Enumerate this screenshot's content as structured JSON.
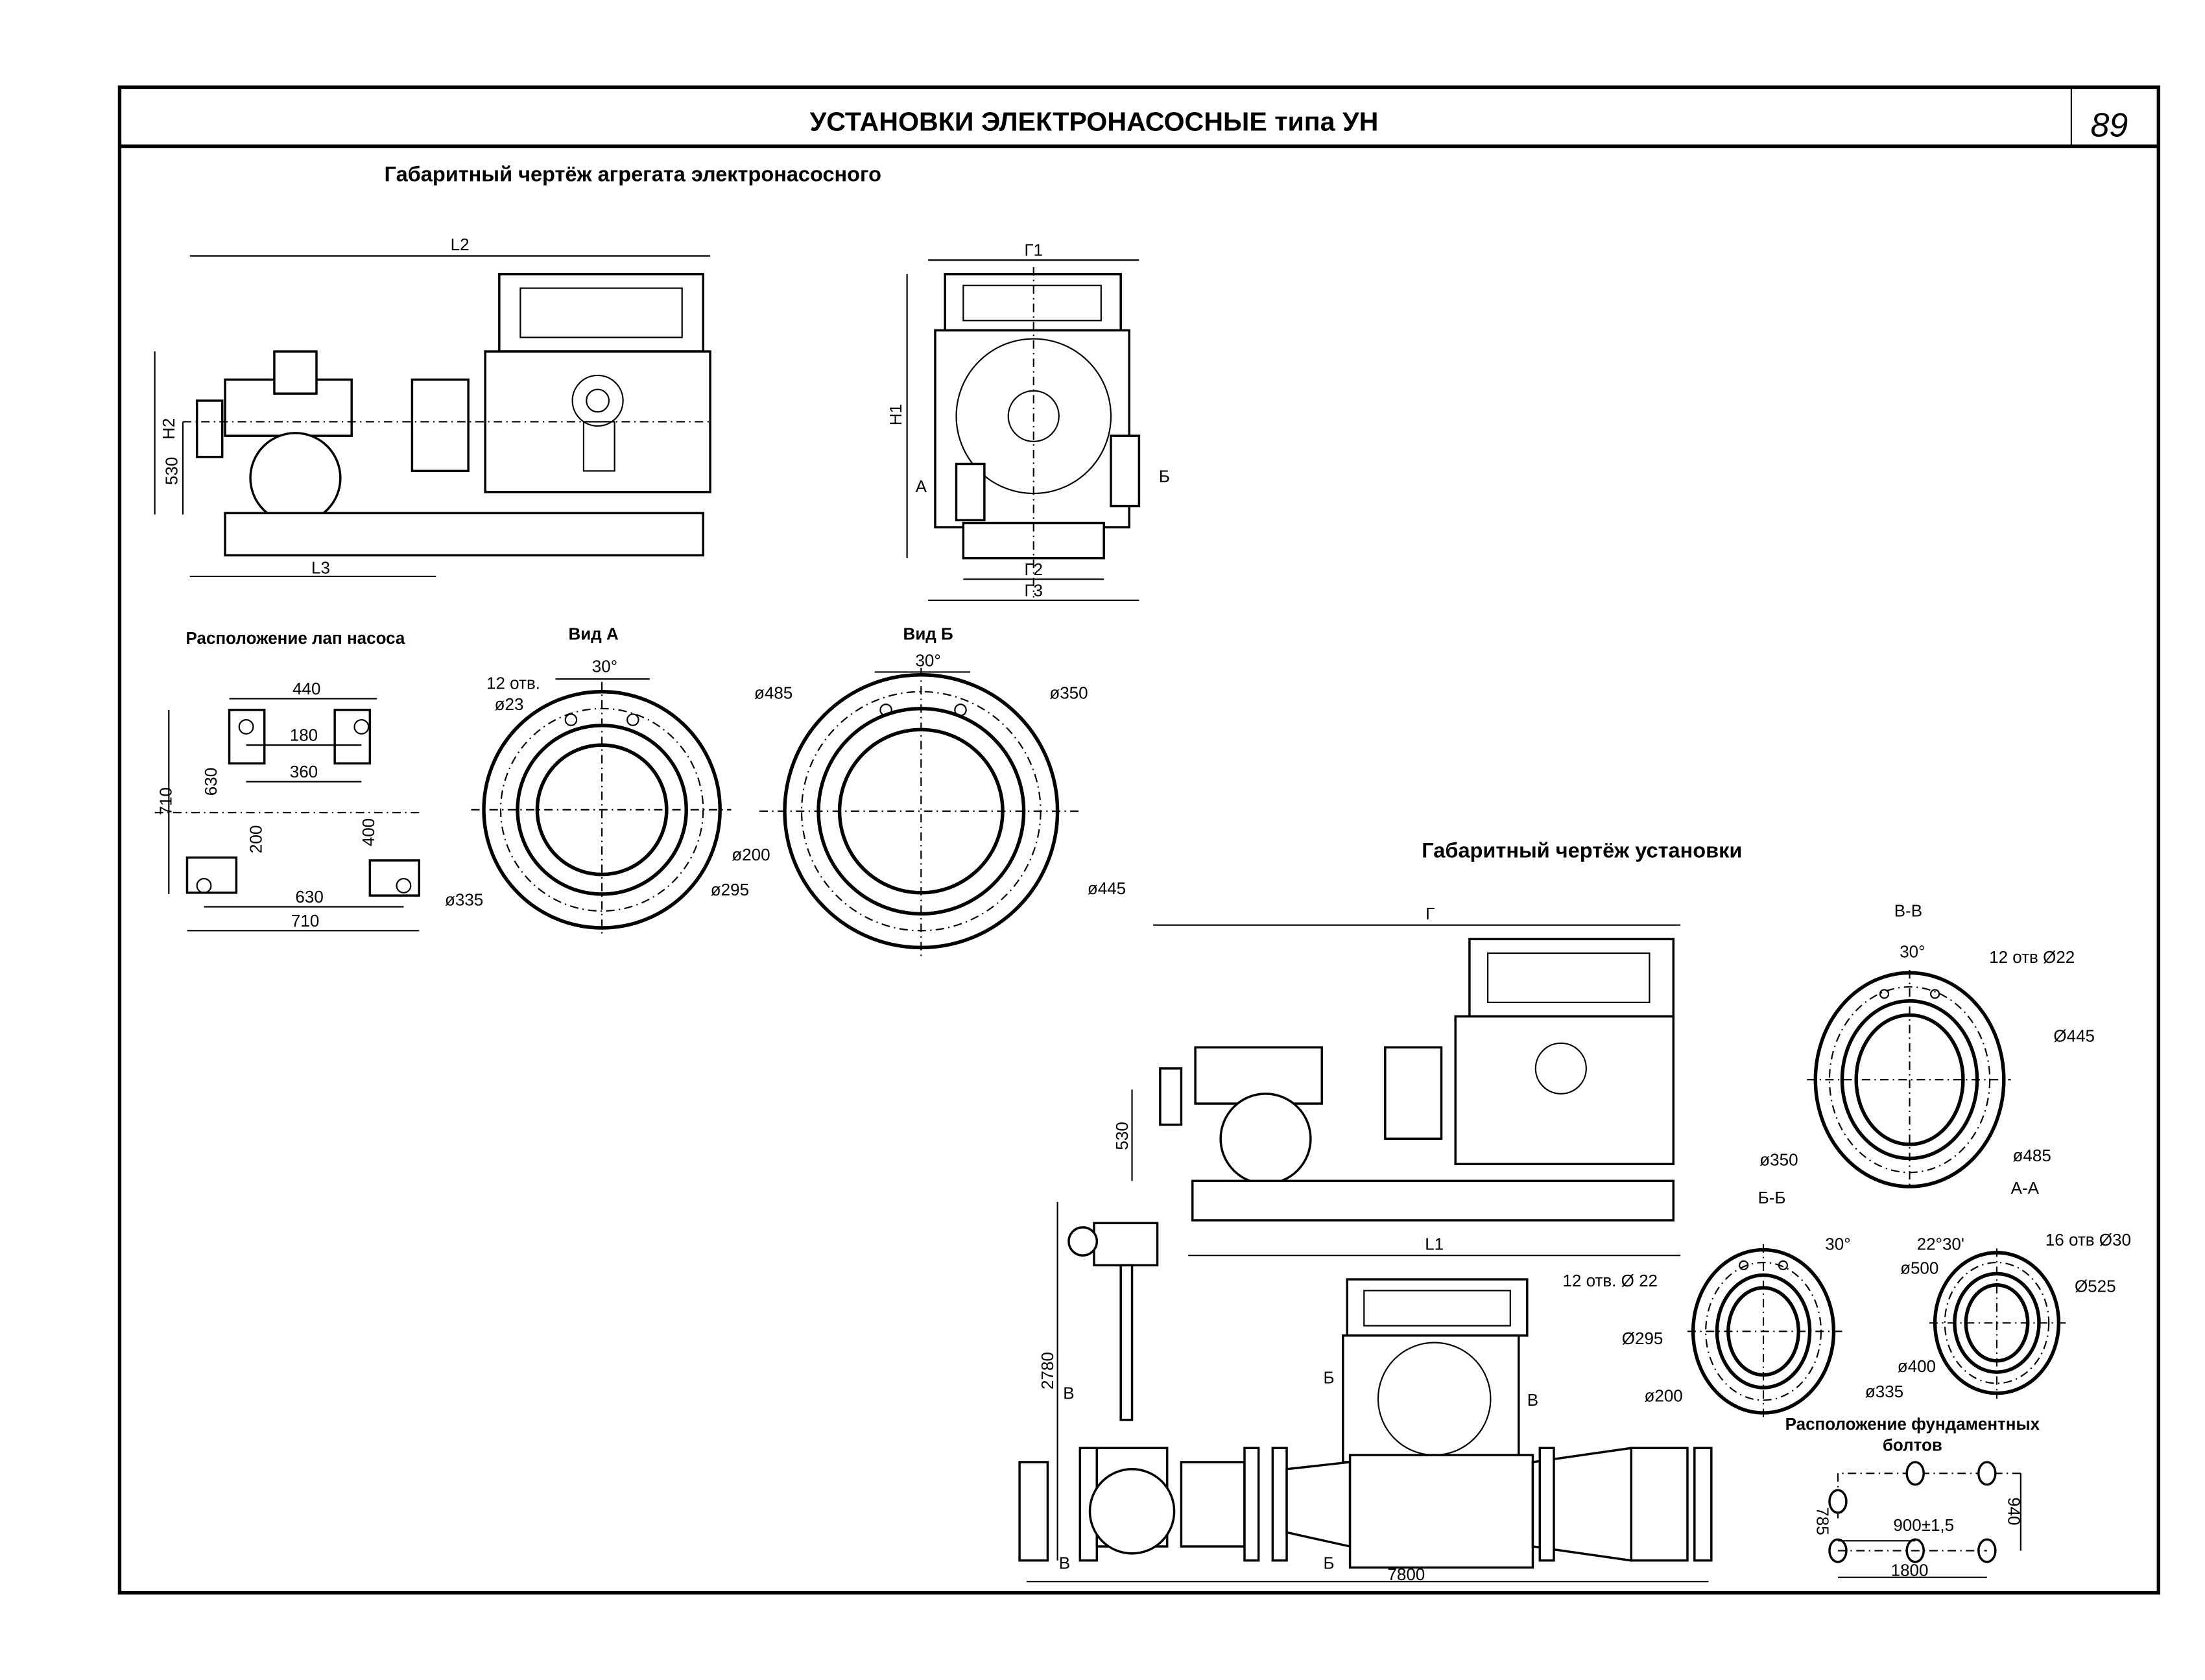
{
  "header": {
    "title": "УСТАНОВКИ ЭЛЕКТРОНАСОСНЫЕ типа УН",
    "page_number": "89"
  },
  "unit_drawing": {
    "title": "Габаритный чертёж агрегата электронасосного",
    "side_view": {
      "L2": "L2",
      "H2": "H2",
      "h530": "530",
      "L3": "L3"
    },
    "front_view": {
      "G1": "Г1",
      "H1": "H1",
      "A": "А",
      "B": "Б",
      "G2": "Г2",
      "G3": "Г3"
    }
  },
  "paws": {
    "title": "Расположение лап насоса",
    "d440": "440",
    "d180": "180",
    "d360": "360",
    "d710v": "710",
    "d630v": "630",
    "d200": "200",
    "d400": "400",
    "d630": "630",
    "d710": "710"
  },
  "view_a": {
    "title": "Вид А",
    "angle": "30°",
    "holes": "12 отв.",
    "hole_d": "ø23",
    "d200": "ø200",
    "d295": "ø295",
    "d335": "ø335"
  },
  "view_b": {
    "title": "Вид Б",
    "angle": "30°",
    "d485": "ø485",
    "d350": "ø350",
    "d445": "ø445"
  },
  "installation": {
    "title": "Габаритный чертёж установки",
    "G": "Г",
    "h530": "530",
    "L1": "L1",
    "h2780": "2780",
    "l7800": "7800",
    "mark_b1": "Б",
    "mark_v1": "В",
    "mark_b2": "Б",
    "mark_v2": "В",
    "mark_v3": "В"
  },
  "section_vv": {
    "title": "В-В",
    "angle": "30°",
    "holes": "12 отв Ø22",
    "d445": "Ø445",
    "d350": "ø350",
    "d485": "ø485",
    "label_bb": "Б-Б",
    "label_aa": "А-А"
  },
  "section_bb": {
    "angle": "30°",
    "holes": "12 отв. Ø 22",
    "d295": "Ø295",
    "d200": "ø200",
    "d335": "ø335"
  },
  "section_aa": {
    "angle": "22°30'",
    "holes": "16 отв Ø30",
    "d500": "ø500",
    "d525": "Ø525",
    "d400": "ø400"
  },
  "bolts": {
    "title_line1": "Расположение фундаментных",
    "title_line2": "болтов",
    "d785": "785",
    "d900": "900±1,5",
    "d940": "940",
    "d1800": "1800"
  }
}
